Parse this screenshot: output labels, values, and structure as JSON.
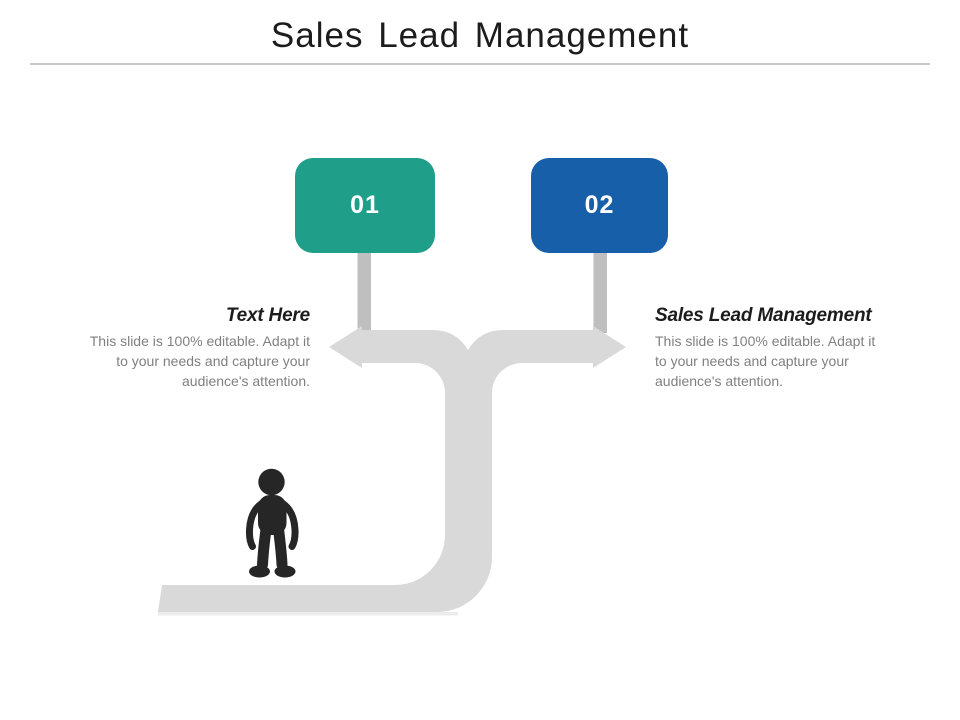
{
  "slide": {
    "title": "Sales Lead Management",
    "steps": [
      {
        "number": "01",
        "accent_color": "#1f9e8a",
        "heading": "Text Here",
        "description_lines": [
          "This slide is 100% editable. Adapt it",
          "to your needs and capture your",
          "audience's attention."
        ]
      },
      {
        "number": "02",
        "accent_color": "#175fa9",
        "heading": "Sales Lead Management",
        "description_lines": [
          "This slide is 100% editable. Adapt it",
          "to your needs and capture your",
          "audience's attention."
        ]
      }
    ],
    "graphics": {
      "road_color": "#d9d9d9",
      "road_shadow_color": "#ececec",
      "stalk_color": "#bfbfbf",
      "person_color": "#262626",
      "divider_color": "#c9c9c9",
      "road_icon": "forked-road-split-arrows",
      "person_icon": "standing-person-silhouette"
    }
  }
}
